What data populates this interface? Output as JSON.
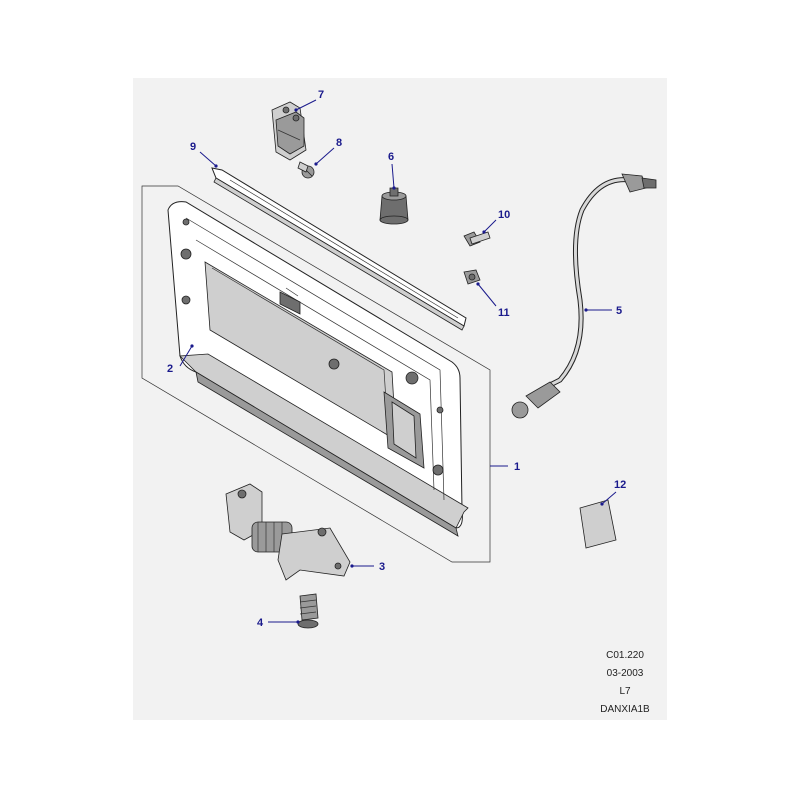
{
  "diagram": {
    "callouts": [
      {
        "id": "1",
        "label": "1"
      },
      {
        "id": "2",
        "label": "2"
      },
      {
        "id": "3",
        "label": "3"
      },
      {
        "id": "4",
        "label": "4"
      },
      {
        "id": "5",
        "label": "5"
      },
      {
        "id": "6",
        "label": "6"
      },
      {
        "id": "7",
        "label": "7"
      },
      {
        "id": "8",
        "label": "8"
      },
      {
        "id": "9",
        "label": "9"
      },
      {
        "id": "10",
        "label": "10"
      },
      {
        "id": "11",
        "label": "11"
      },
      {
        "id": "12",
        "label": "12"
      }
    ],
    "colors": {
      "callout": "#1a1a8c",
      "background_panel": "#f2f2f2",
      "line": "#222222"
    }
  },
  "footer": {
    "ref_code": "C01.220",
    "date": "03-2003",
    "model": "L7",
    "code": "DANXIA1B"
  }
}
